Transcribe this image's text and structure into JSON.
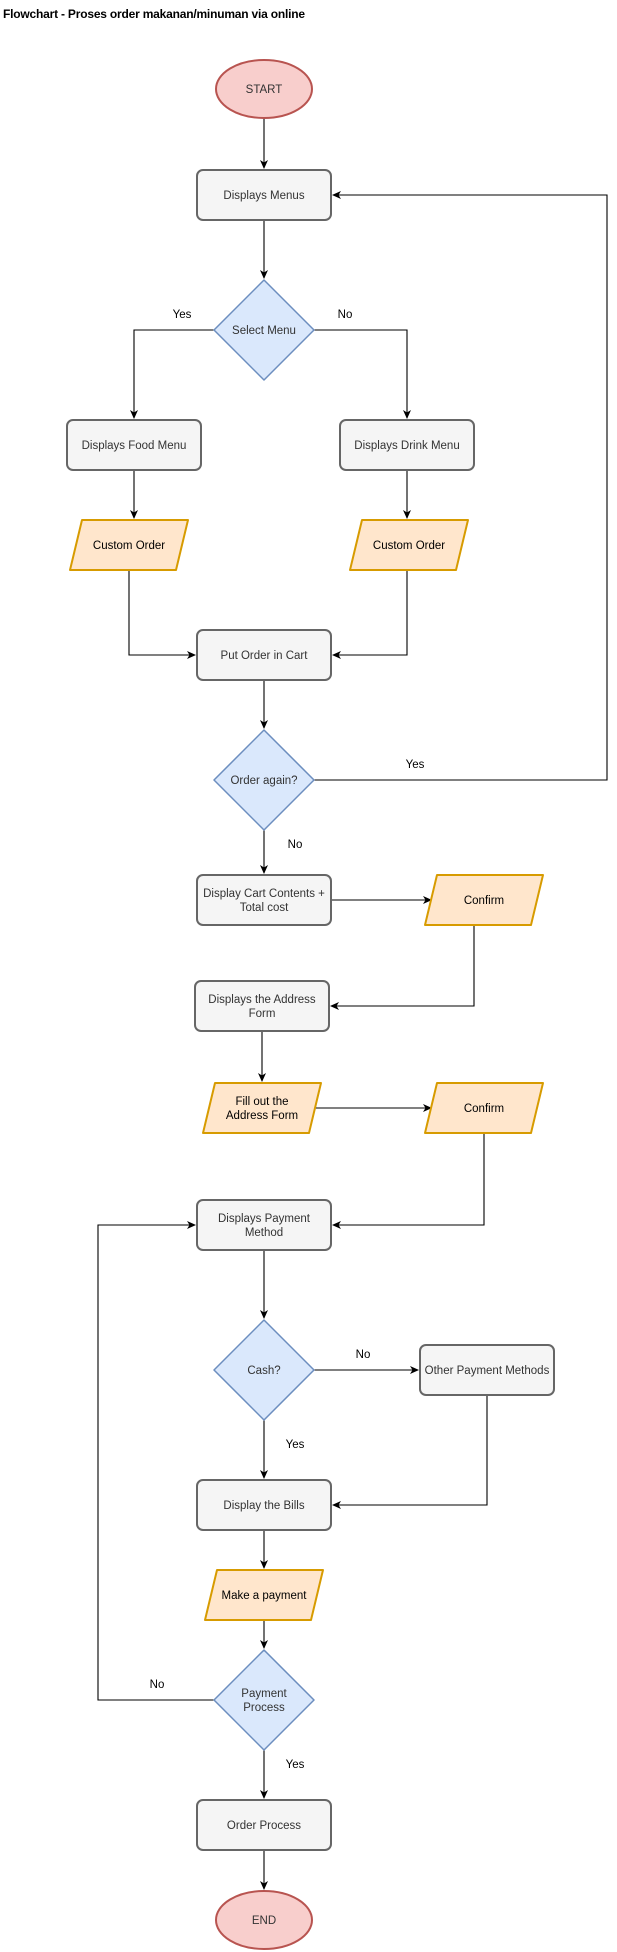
{
  "title": "Flowchart - Proses order makanan/minuman via online",
  "colors": {
    "terminal_fill": "#f8cecc",
    "terminal_stroke": "#b85450",
    "process_fill": "#f5f5f5",
    "process_stroke": "#666666",
    "decision_fill": "#dae8fc",
    "decision_stroke": "#6c8ebf",
    "io_fill": "#ffe6cc",
    "io_stroke": "#d79b00",
    "line": "#000000",
    "text": "#333333"
  },
  "nodes": {
    "start": {
      "lines": [
        "START"
      ]
    },
    "displays_menus": {
      "lines": [
        "Displays Menus"
      ]
    },
    "select_menu": {
      "lines": [
        "Select Menu"
      ]
    },
    "food_menu": {
      "lines": [
        "Displays Food Menu"
      ]
    },
    "drink_menu": {
      "lines": [
        "Displays Drink Menu"
      ]
    },
    "custom_order_food": {
      "lines": [
        "Custom Order"
      ]
    },
    "custom_order_drink": {
      "lines": [
        "Custom Order"
      ]
    },
    "put_in_cart": {
      "lines": [
        "Put Order in Cart"
      ]
    },
    "order_again": {
      "lines": [
        "Order again?"
      ]
    },
    "cart_contents": {
      "lines": [
        "Display Cart Contents +",
        "Total cost"
      ]
    },
    "confirm_1": {
      "lines": [
        "Confirm"
      ]
    },
    "address_form": {
      "lines": [
        "Displays the Address",
        "Form"
      ]
    },
    "fill_address": {
      "lines": [
        "Fill out the",
        "Address Form"
      ]
    },
    "confirm_2": {
      "lines": [
        "Confirm"
      ]
    },
    "payment_method": {
      "lines": [
        "Displays Payment",
        "Method"
      ]
    },
    "cash": {
      "lines": [
        "Cash?"
      ]
    },
    "other_payment": {
      "lines": [
        "Other Payment Methods"
      ]
    },
    "display_bills": {
      "lines": [
        "Display the Bills"
      ]
    },
    "make_payment": {
      "lines": [
        "Make a payment"
      ]
    },
    "payment_process": {
      "lines": [
        "Payment",
        "Process"
      ]
    },
    "order_process": {
      "lines": [
        "Order Process"
      ]
    },
    "end": {
      "lines": [
        "END"
      ]
    }
  },
  "edge_labels": {
    "select_yes": "Yes",
    "select_no": "No",
    "again_yes": "Yes",
    "again_no": "No",
    "cash_no": "No",
    "cash_yes": "Yes",
    "payment_no": "No",
    "payment_yes": "Yes"
  }
}
